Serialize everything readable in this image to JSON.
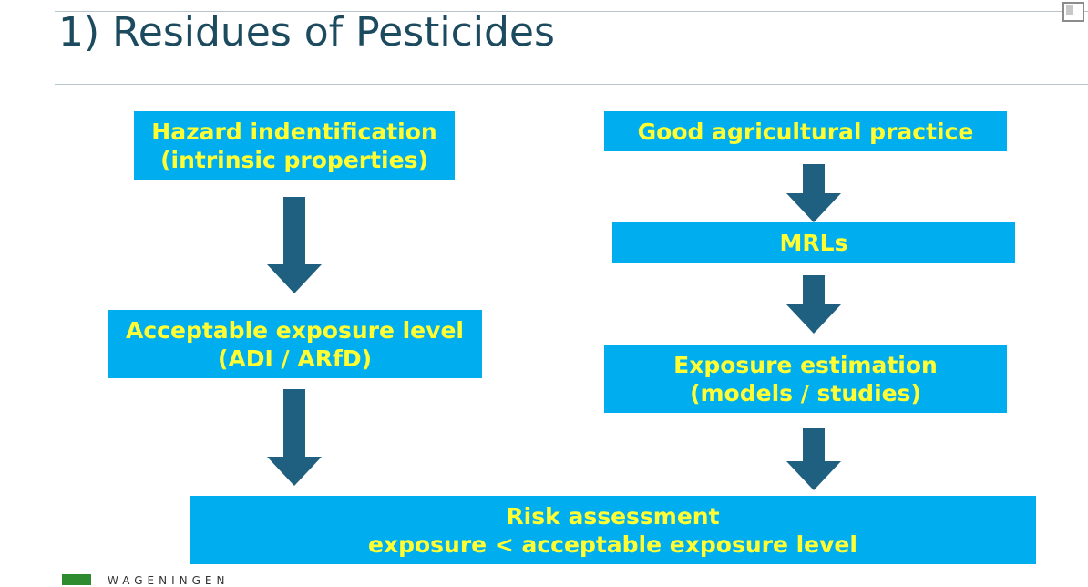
{
  "slide": {
    "title": "1) Residues of Pesticides"
  },
  "boxes": {
    "hazard": {
      "line1": "Hazard indentification",
      "line2": "(intrinsic properties)"
    },
    "acceptable": {
      "line1": "Acceptable exposure level",
      "line2": "(ADI / ARfD)"
    },
    "gap": {
      "line1": "Good agricultural practice"
    },
    "mrls": {
      "line1": "MRLs"
    },
    "exposure": {
      "line1": "Exposure estimation",
      "line2": "(models / studies)"
    },
    "risk": {
      "line1": "Risk assessment",
      "line2": "exposure <  acceptable exposure level"
    }
  },
  "footer": {
    "logo_text": "WAGENINGEN"
  },
  "colors": {
    "box_fill": "#00aeef",
    "box_text": "#ffff33",
    "arrow_fill": "#1f5f7f",
    "title_text": "#1c4a5e"
  }
}
